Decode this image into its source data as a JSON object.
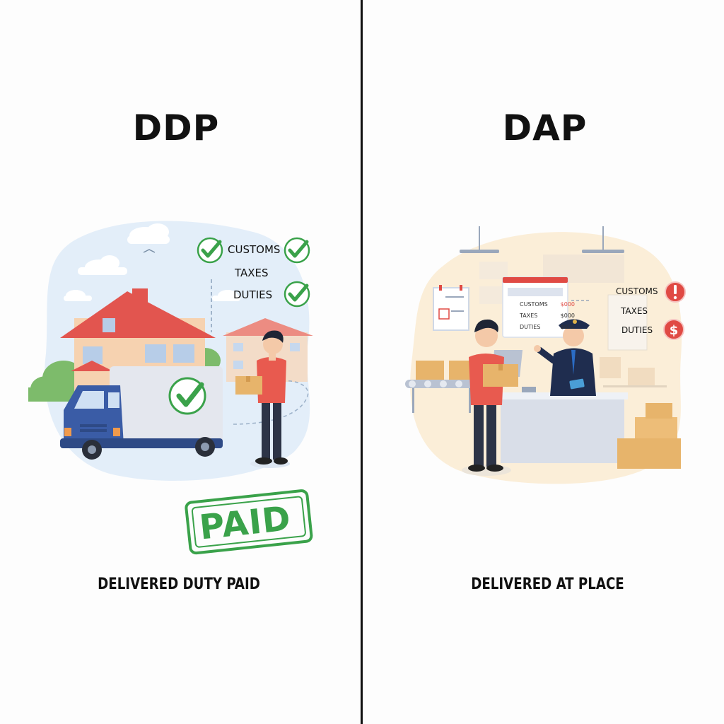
{
  "left": {
    "title": "DDP",
    "caption": "DELIVERED DUTY PAID",
    "checklist": [
      {
        "label": "CUSTOMS",
        "status": "check"
      },
      {
        "label": "TAXES",
        "status": "none"
      },
      {
        "label": "DUTIES",
        "status": "check"
      }
    ],
    "stamp": "PAID",
    "colors": {
      "check": "#3aa24a",
      "stamp": "#3aa24a",
      "roof": "#e2554f",
      "truck": "#3a5ca6",
      "shirt": "#e85a4f"
    }
  },
  "right": {
    "title": "DAP",
    "caption": "DELIVERED AT PLACE",
    "checklist": [
      {
        "label": "CUSTOMS",
        "status": "alert",
        "icon": "!"
      },
      {
        "label": "TAXES",
        "status": "none"
      },
      {
        "label": "DUTIES",
        "status": "payment",
        "icon": "$"
      }
    ],
    "screen_rows": [
      {
        "label": "CUSTOMS",
        "value": "$000"
      },
      {
        "label": "TAXES",
        "value": "$000"
      },
      {
        "label": "DUTIES",
        "value": "$000"
      }
    ],
    "colors": {
      "alert": "#e04a44",
      "uniform": "#1f2d4f",
      "box": "#e7b46b",
      "bg": "#fbeed8"
    }
  }
}
